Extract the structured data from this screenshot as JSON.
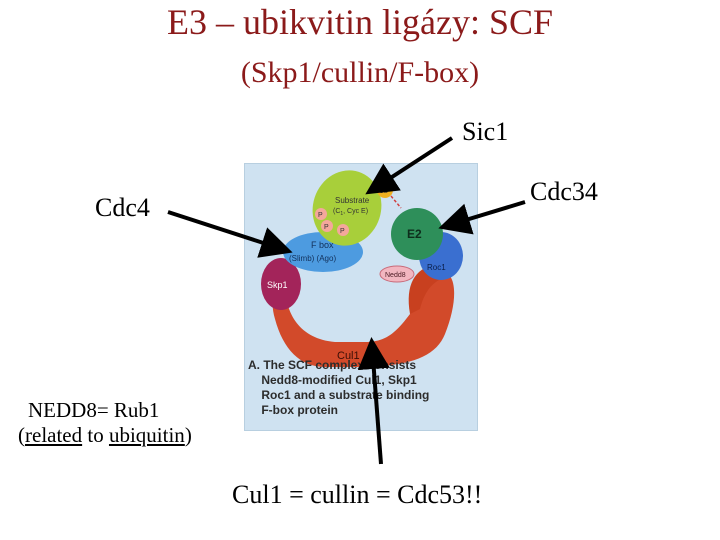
{
  "slide": {
    "title": "E3 – ubikvitin ligázy: SCF",
    "subtitle": "(Skp1/cullin/F-box)"
  },
  "labels": {
    "sic1": "Sic1",
    "cdc34": "Cdc34",
    "cdc4": "Cdc4",
    "cul1_note": "Cul1 = cullin = Cdc53!!"
  },
  "nedd8_note": {
    "line1": "NEDD8= Rub1",
    "line2_prefix": "(",
    "line2_related": "related",
    "line2_mid": " to ",
    "line2_ubiquitin": "ubiquitin",
    "line2_suffix": ")"
  },
  "figure": {
    "substrate": "Substrate",
    "substrate_sub": "(C",
    "substrate_sub2": ", Cyc E)",
    "ub": "Ub",
    "p": "P",
    "fbox": "F box",
    "fbox_sub": "(Slimb) (Ago)",
    "e2": "E2",
    "roc1": "Roc1",
    "nedd8": "Nedd8",
    "skp1": "Skp1",
    "cul1": "Cul1",
    "caption": "A. The SCF complex consists\n    Nedd8-modified Cul1, Skp1\n    Roc1 and a substrate binding\n    F-box protein"
  },
  "colors": {
    "title": "#8b1a1a",
    "figure_bg": "#cfe2f1",
    "substrate": "#a8cf3a",
    "fbox": "#4d9be0",
    "e2": "#2e8f5a",
    "roc1": "#3a6fd0",
    "skp1": "#a3245a",
    "cul1": "#d24a2a",
    "ub": "#f0b020",
    "phospho": "#f4a79b",
    "nedd8": "#f2b6c0"
  }
}
